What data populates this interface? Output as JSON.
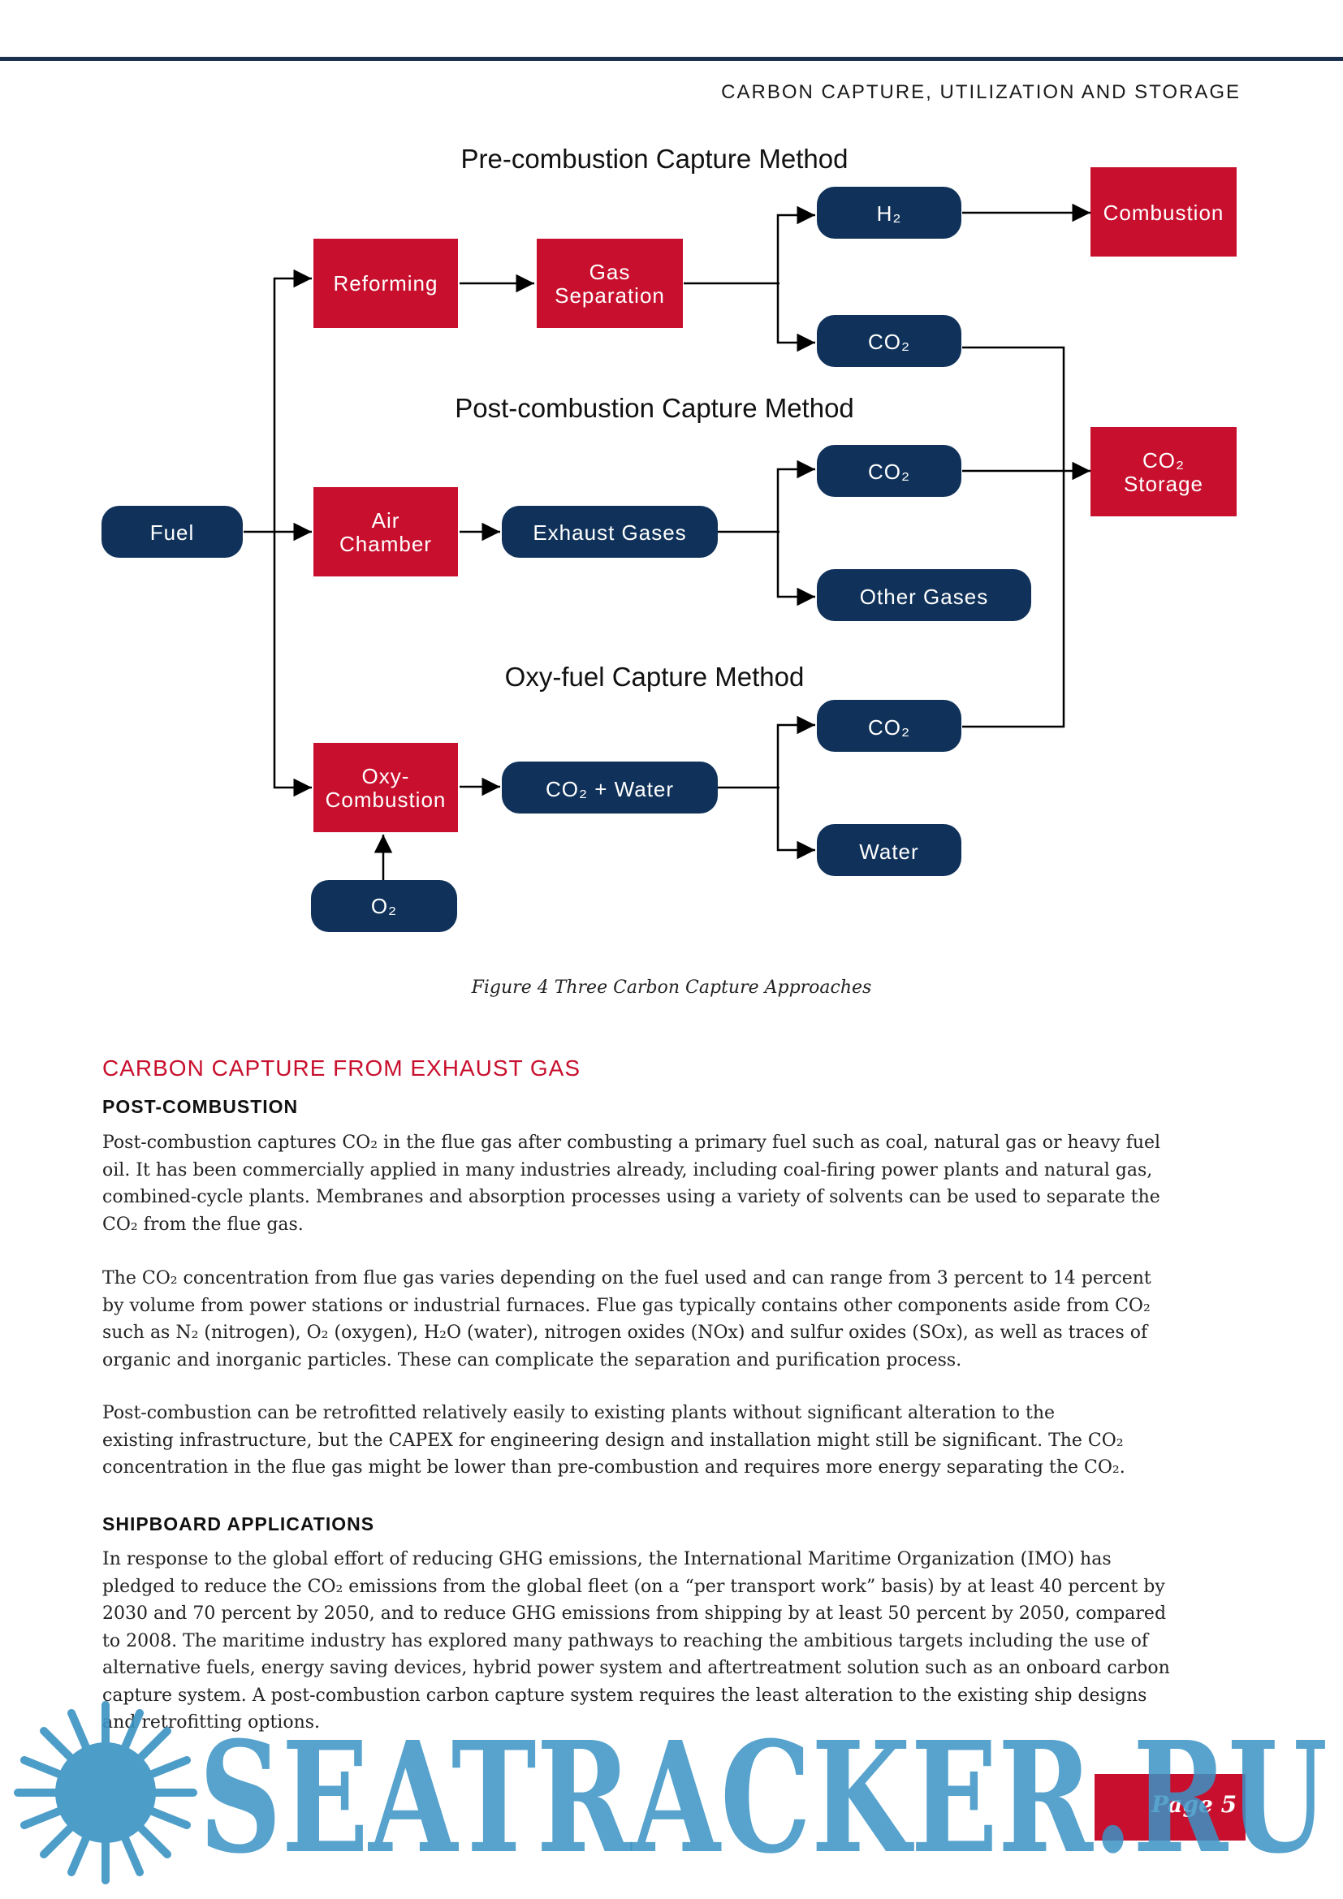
{
  "header": {
    "running_title": "CARBON CAPTURE, UTILIZATION AND STORAGE"
  },
  "colors": {
    "navy": "#10325a",
    "red": "#c8102e",
    "rule": "#1b2f4f",
    "watermark": "#3a93c4"
  },
  "diagram": {
    "titles": {
      "pre": "Pre-combustion Capture Method",
      "post": "Post-combustion Capture Method",
      "oxy": "Oxy-fuel Capture Method"
    },
    "nodes": {
      "fuel": "Fuel",
      "reforming": "Reforming",
      "gas_sep_1": "Gas",
      "gas_sep_2": "Separation",
      "h2": "H₂",
      "combustion": "Combustion",
      "co2_pre": "CO₂",
      "air_1": "Air",
      "air_2": "Chamber",
      "exhaust": "Exhaust Gases",
      "co2_post": "CO₂",
      "other_gases": "Other Gases",
      "storage_1": "CO₂",
      "storage_2": "Storage",
      "oxy_1": "Oxy-",
      "oxy_2": "Combustion",
      "co2_water": "CO₂ + Water",
      "co2_oxy": "CO₂",
      "water": "Water",
      "o2": "O₂"
    },
    "caption": "Figure 4 Three Carbon Capture Approaches"
  },
  "body": {
    "section_title": "CARBON CAPTURE FROM EXHAUST GAS",
    "post_title": "POST-COMBUSTION",
    "post_paragraphs": [
      [
        "Post-combustion captures CO₂ in the flue gas after combusting a primary fuel such as coal, natural gas or heavy fuel",
        "oil. It has been commercially applied in many industries already, including coal-firing power plants and natural gas,",
        "combined-cycle plants. Membranes and absorption processes using a variety of solvents can be used to separate the",
        "CO₂ from the flue gas."
      ],
      [
        "The CO₂ concentration from flue gas varies depending on the fuel used and can range from 3 percent to 14 percent",
        "by volume from power stations or industrial furnaces. Flue gas typically contains other components aside from CO₂",
        "such as N₂ (nitrogen), O₂ (oxygen), H₂O (water), nitrogen oxides (NOx) and sulfur oxides (SOx), as well as traces of",
        "organic and inorganic particles. These can complicate the separation and purification process."
      ],
      [
        "Post-combustion can be retrofitted relatively easily to existing plants without significant alteration to the",
        "existing infrastructure, but the CAPEX for engineering design and installation might still be significant. The CO₂",
        "concentration in the flue gas might be lower than pre-combustion and requires more energy separating the CO₂."
      ]
    ],
    "ship_title": "SHIPBOARD APPLICATIONS",
    "ship_paragraph": [
      "In response to the global effort of reducing GHG emissions, the International Maritime Organization (IMO) has",
      "pledged to reduce the CO₂ emissions from the global fleet (on a “per transport work” basis) by at least 40 percent by",
      "2030 and 70 percent by 2050, and to reduce GHG emissions from shipping by at least 50 percent by 2050, compared",
      "to 2008. The maritime industry has explored many pathways to reaching the ambitious targets including the use of",
      "alternative fuels, energy saving devices, hybrid power system and aftertreatment solution such as an onboard carbon",
      "capture system. A post-combustion carbon capture system requires the least alteration to the existing ship designs",
      "and retrofitting options."
    ]
  },
  "footer": {
    "page": "Page 5",
    "watermark_text": "SEATRACKER.RU"
  }
}
